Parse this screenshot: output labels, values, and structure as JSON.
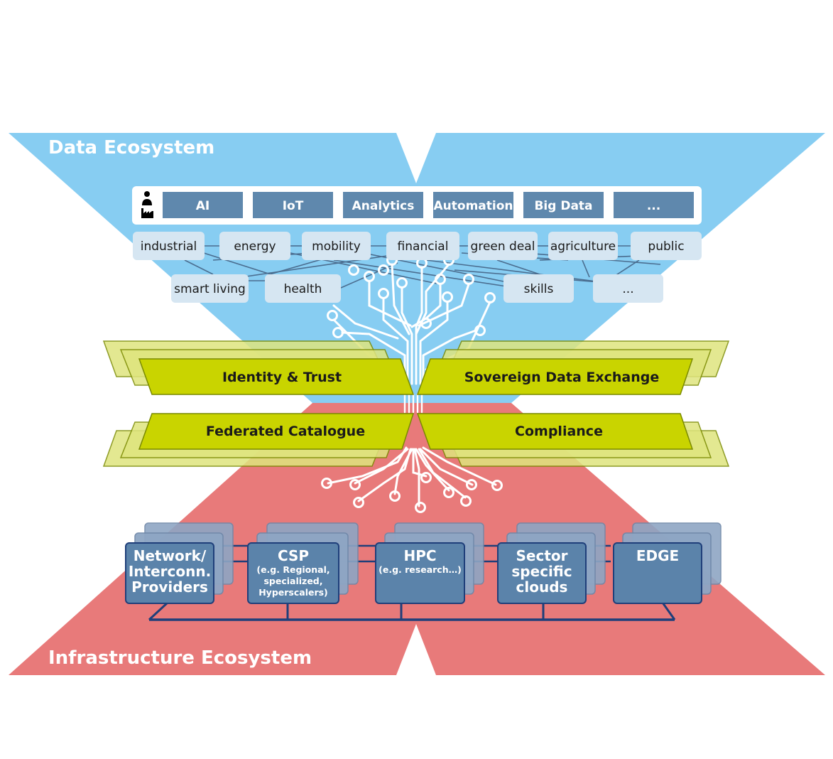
{
  "data_ecosystem": {
    "title": "Data Ecosystem",
    "technologies": [
      "AI",
      "IoT",
      "Analytics",
      "Automation",
      "Big Data",
      "..."
    ],
    "domains_row1": [
      "industrial",
      "energy",
      "mobility",
      "financial",
      "green deal",
      "agriculture",
      "public"
    ],
    "domains_row2": [
      "smart living",
      "health",
      "skills",
      "..."
    ]
  },
  "services": {
    "identity_trust": "Identity & Trust",
    "data_exchange": "Sovereign Data Exchange",
    "catalogue": "Federated Catalogue",
    "compliance": "Compliance"
  },
  "infrastructure_ecosystem": {
    "title": "Infrastructure Ecosystem",
    "providers": [
      {
        "title": "Network/ Interconn. Providers",
        "lines": [
          "Network/",
          "Interconn.",
          "Providers"
        ],
        "sub": []
      },
      {
        "title": "CSP",
        "lines": [
          "CSP"
        ],
        "sub": [
          "(e.g. Regional,",
          "specialized,",
          "Hyperscalers)"
        ]
      },
      {
        "title": "HPC",
        "lines": [
          "HPC"
        ],
        "sub": [
          "(e.g. research…)"
        ]
      },
      {
        "title": "Sector specific clouds",
        "lines": [
          "Sector",
          "specific",
          "clouds"
        ],
        "sub": []
      },
      {
        "title": "EDGE",
        "lines": [
          "EDGE"
        ],
        "sub": []
      }
    ]
  },
  "colors": {
    "data_blue": "#87cdf2",
    "infra_red": "#e87a7a",
    "tech_box": "#5f88ad",
    "domain_box": "#d6e6f2",
    "service_fill": "#c9d400",
    "service_back": "#dfe57e",
    "provider_fill": "#5b83aa",
    "provider_back": "#8ea6c4",
    "network_line": "#1f3f7a",
    "connector_line": "#4b6d8f"
  }
}
